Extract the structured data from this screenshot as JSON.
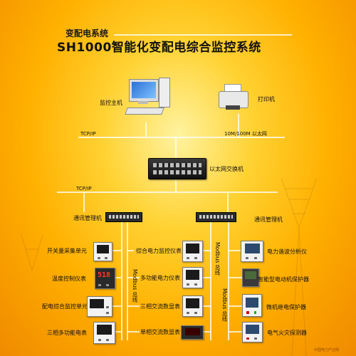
{
  "header": {
    "subtitle": "变配电系统",
    "title": "SH1000智能化变配电综合监控系统"
  },
  "top": {
    "host_label": "监控主机",
    "printer_label": "打印机",
    "tcpip_1": "TCP/IP",
    "ethernet_label": "10M/100M  以太网",
    "switch_label": "以太网交换机",
    "tcpip_2": "TCP/IP"
  },
  "managers": {
    "left": "通讯管理机",
    "right": "通讯管理机"
  },
  "bus": {
    "modbus_1": "Modbus 总线",
    "modbus_2": "Modbus 总线",
    "modbus_3": "Modbus 总线"
  },
  "devices": {
    "col1": [
      "开关量采集单元",
      "温度控制仪表",
      "配电综合监控单元",
      "三相多功能电表"
    ],
    "col2": [
      "综合电力监控仪表",
      "多功能电力仪表",
      "三相交流数显表",
      "单相交流数显表"
    ],
    "col3": [
      "电力谐波分析仪",
      "智能型电动机保护器",
      "微机继电保护器",
      "电气火灾探测器"
    ]
  },
  "meter_display": "518",
  "watermark": "中国电力产业网"
}
